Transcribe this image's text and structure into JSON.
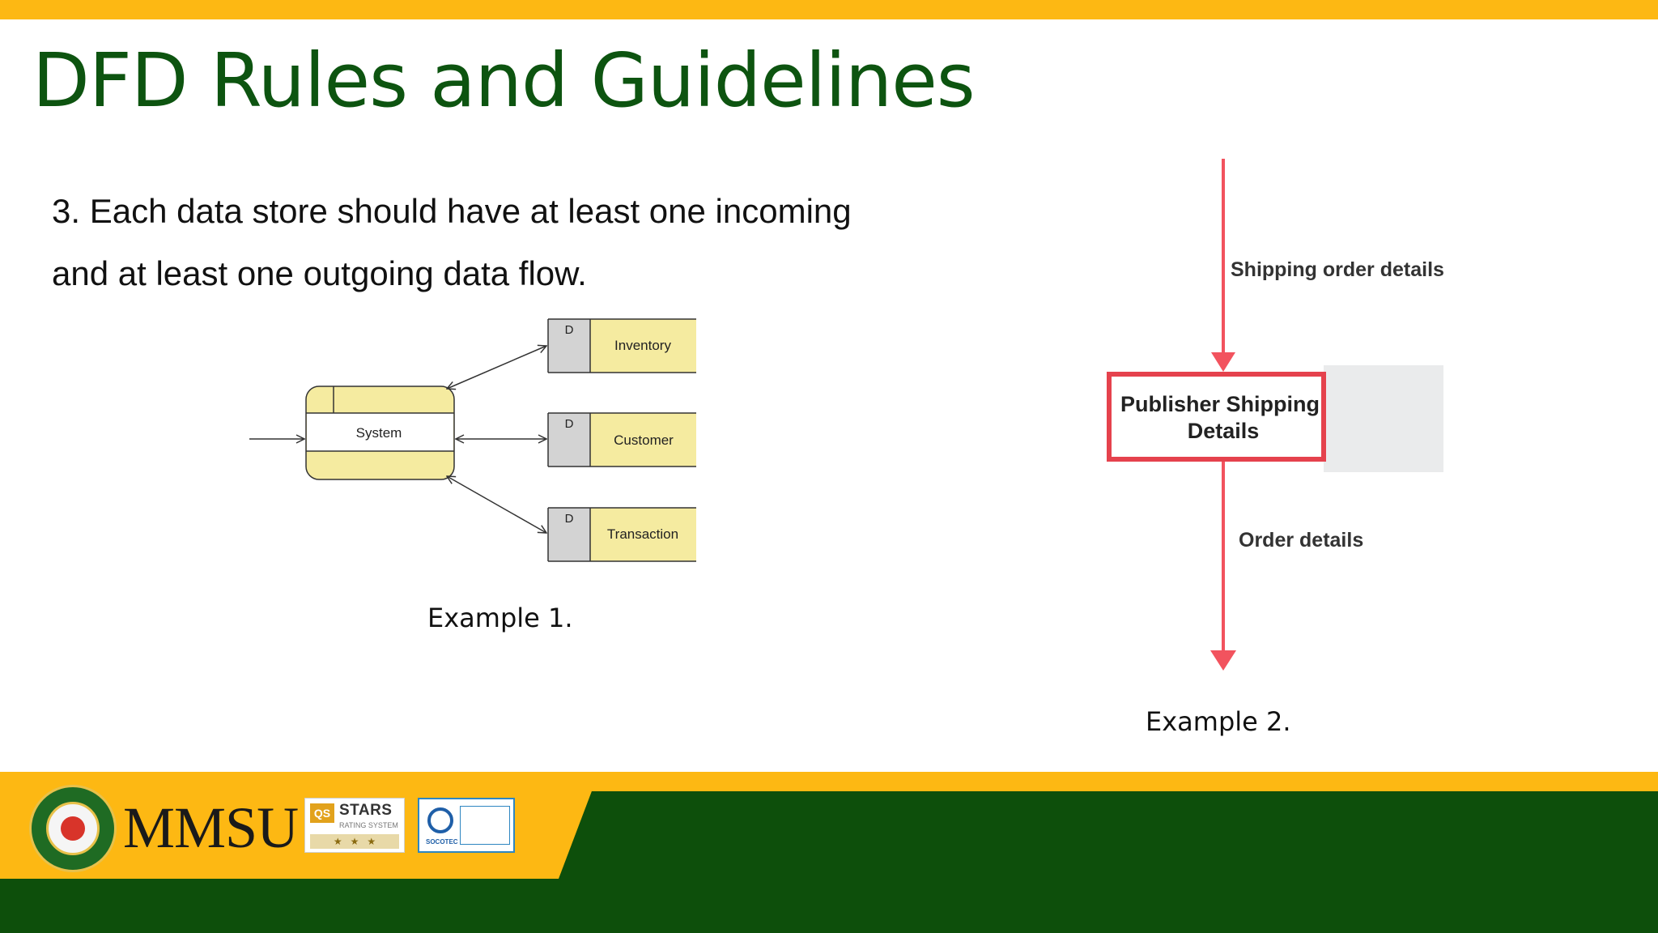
{
  "slide": {
    "title": "DFD Rules and Guidelines",
    "rule_line_1": "3. Each data store should have at least one incoming",
    "rule_line_2": "and at least one outgoing data flow."
  },
  "example1": {
    "caption": "Example 1.",
    "process_label": "System",
    "stores": [
      {
        "id": "D",
        "label": "Inventory"
      },
      {
        "id": "D",
        "label": "Customer"
      },
      {
        "id": "D",
        "label": "Transaction"
      }
    ],
    "colors": {
      "fill": "#F5EBA0",
      "id_fill": "#D3D3D3",
      "stroke": "#333333"
    }
  },
  "example2": {
    "caption": "Example 2.",
    "incoming_flow": "Shipping order details",
    "process_label_line_1": "Publisher Shipping",
    "process_label_line_2": "Details",
    "outgoing_flow": "Order details",
    "colors": {
      "arrow": "#F2535E",
      "box": "#E5424D"
    }
  },
  "footer": {
    "brand": "MMSU",
    "badge_stars_qs": "QS",
    "badge_stars_title": "STARS",
    "badge_stars_sub": "RATING SYSTEM",
    "badge_socotec": "SOCOTEC",
    "colors": {
      "gold": "#FDB813",
      "green": "#0D4F0B"
    }
  }
}
